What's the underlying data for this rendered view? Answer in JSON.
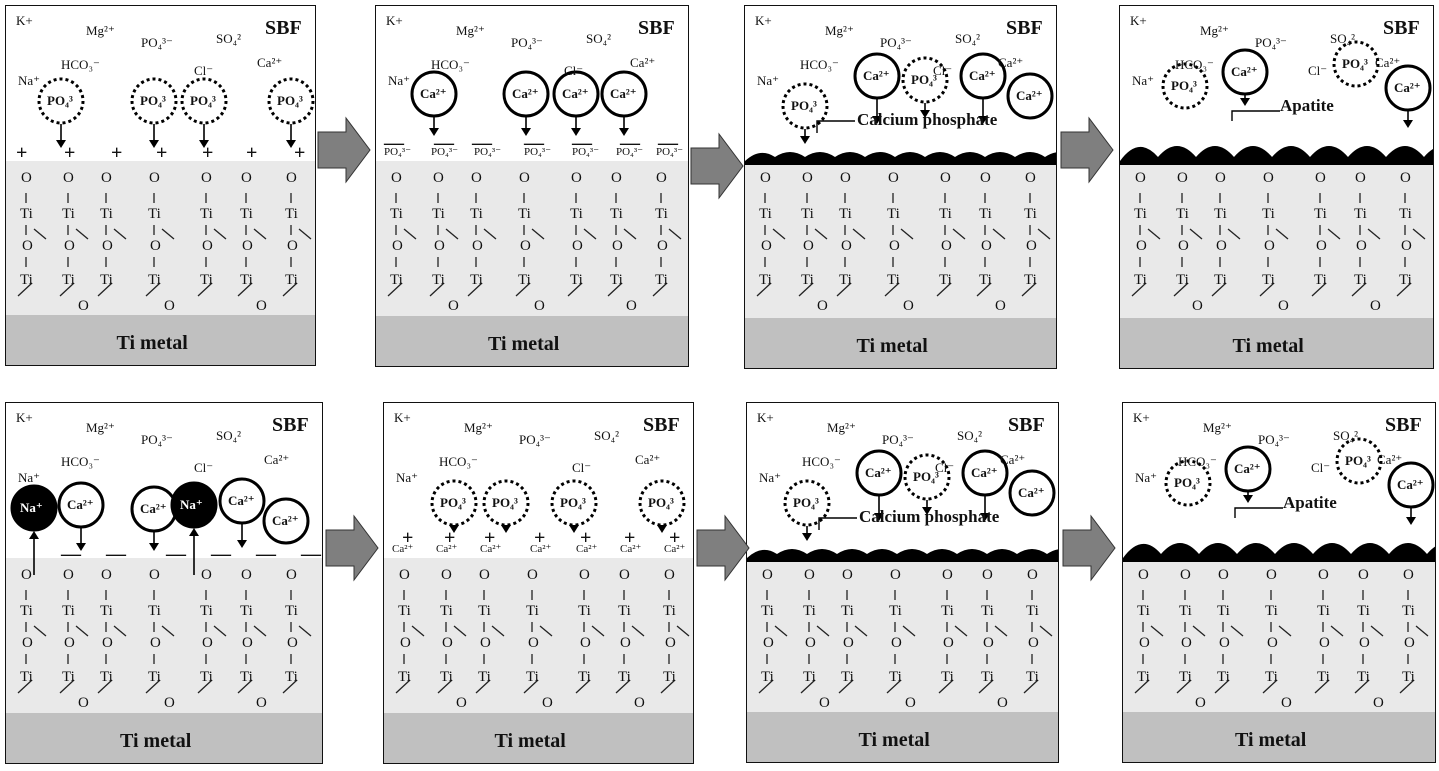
{
  "labels": {
    "sbf": "SBF",
    "ti_metal": "Ti metal",
    "ti": "Ti",
    "o": "O",
    "calcium_phosphate": "Calcium phosphate",
    "apatite": "Apatite",
    "plus": "+",
    "minus": "—"
  },
  "ions": {
    "k": "K+",
    "mg": "Mg²⁺",
    "po4": "PO₄³⁻",
    "so4": "SO₄²",
    "na": "Na⁺",
    "hco3": "HCO₃⁻",
    "cl": "Cl⁻",
    "ca": "Ca²⁺",
    "ca_circle": "Ca²⁺",
    "po4_circle": "PO₄³",
    "na_circle": "Na⁺"
  },
  "colors": {
    "gel": "#e9e9e9",
    "metal": "#c0c0c0",
    "deposit": "#000000",
    "arrow": "#7f7f7f"
  }
}
